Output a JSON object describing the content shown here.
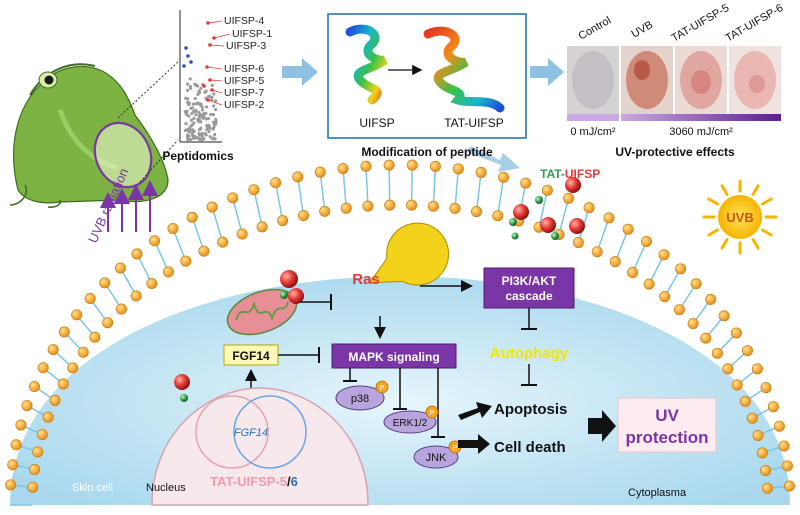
{
  "volcano_labels": [
    "UIFSP-4",
    "UIFSP-1",
    "UIFSP-3",
    "UIFSP-6",
    "UIFSP-5",
    "UIFSP-7",
    "UIFSP-2"
  ],
  "peptidomics_label": "Peptidomics",
  "uvb_radiation_label": "UVB radiation",
  "modification": {
    "left_label": "UIFSP",
    "right_label": "TAT-UIFSP",
    "caption": "Modification of peptide"
  },
  "uv_effects": {
    "columns": [
      "Control",
      "UVB",
      "TAT-UIFSP-5",
      "TAT-UIFSP-6"
    ],
    "dose_low": "0 mJ/cm²",
    "dose_high": "3060 mJ/cm²",
    "caption": "UV-protective effects"
  },
  "tat_uifsp_label": {
    "tat": "TAT-",
    "uifsp": "UIFSP"
  },
  "sun_label": "UVB",
  "pathway": {
    "ras": "Ras",
    "pi3k_line1": "PI3K/AKT",
    "pi3k_line2": "cascade",
    "autophagy": "Autophagy",
    "mapk": "MAPK signaling",
    "fgf14_box": "FGF14",
    "p38": "p38",
    "erk": "ERK1/2",
    "jnk": "JNK",
    "phospho": "P",
    "apoptosis": "Apoptosis",
    "cell_death": "Cell death",
    "uv_line1": "UV",
    "uv_line2": "protection"
  },
  "nucleus": {
    "gene": "FGF14",
    "peptide_a": "TAT-UIFSP-5",
    "slash": "/",
    "peptide_b": "6"
  },
  "skin_cell": "Skin cell",
  "nucleus_label": "Nucleus",
  "cytoplasma": "Cytoplasma",
  "colors": {
    "cytoplasm": "#bfe3f4",
    "membrane_head": "#f5a623",
    "membrane_tail": "#7ac6e6",
    "purple": "#7a35a6",
    "yellow_text": "#f2e600",
    "red_peptide": "#e53935",
    "green_peptide": "#2e9e4f"
  }
}
